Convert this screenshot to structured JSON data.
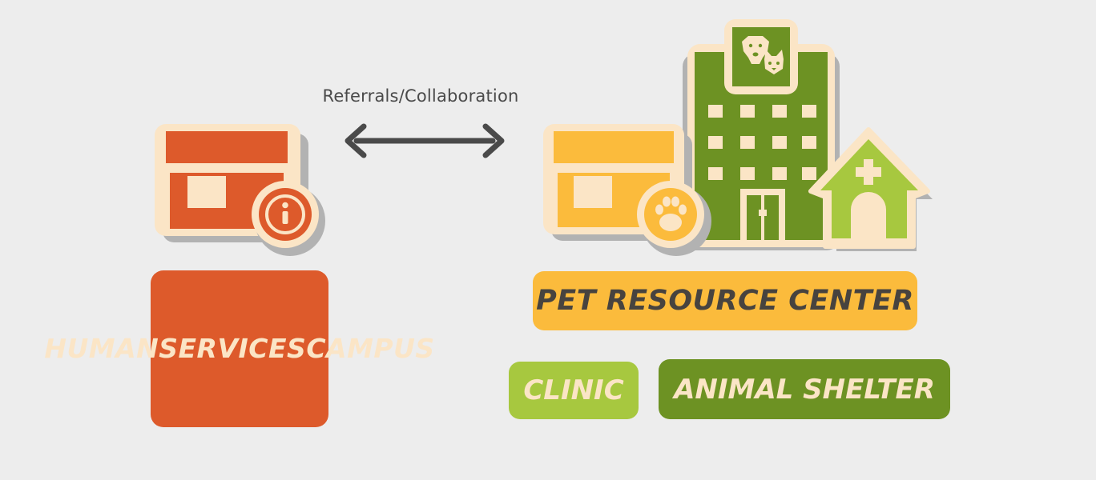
{
  "connector": {
    "label": "Referrals/Collaboration",
    "direction": "bidirectional"
  },
  "left_group": {
    "icons": [
      "storefront-icon",
      "info-badge-icon"
    ],
    "label_lines": [
      "HUMAN",
      "SERVICES",
      "CAMPUS"
    ]
  },
  "right_group": {
    "icons": [
      "storefront-icon",
      "paw-badge-icon",
      "hospital-building-icon",
      "dog-cat-icon",
      "doghouse-cross-icon"
    ],
    "main_label": "PET RESOURCE CENTER",
    "sub_labels": {
      "clinic": "CLINIC",
      "shelter": "ANIMAL SHELTER"
    }
  },
  "colors": {
    "background": "#ededed",
    "human_services": "#dd5a2b",
    "pet_resource_center": "#fbbb3c",
    "clinic": "#a7c83f",
    "animal_shelter": "#6d9223",
    "cream": "#fbe5c6",
    "shadow": "#b2b2b2",
    "arrow": "#4a4a4a"
  }
}
